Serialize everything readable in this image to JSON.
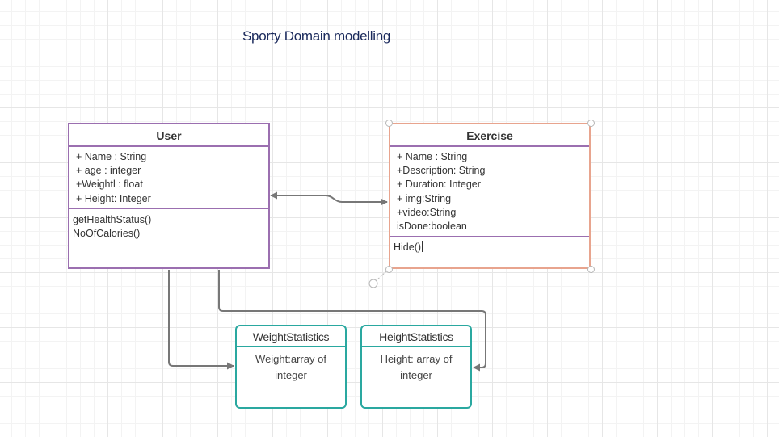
{
  "title": "Sporty Domain modelling",
  "classes": {
    "user": {
      "name": "User",
      "attributes": [
        "+ Name : String",
        "+ age : integer",
        "+Weightl : float",
        "+ Height: Integer"
      ],
      "operations": [
        "getHealthStatus()",
        "NoOfCalories()"
      ]
    },
    "exercise": {
      "name": "Exercise",
      "attributes": [
        "+ Name : String",
        "+Description: String",
        "+ Duration: Integer",
        "+ img:String",
        "+video:String",
        "isDone:boolean"
      ],
      "operations": [
        "Hide()"
      ]
    },
    "weight_statistics": {
      "name": "WeightStatistics",
      "body_lines": [
        "Weight:array of",
        "integer"
      ]
    },
    "height_statistics": {
      "name": "HeightStatistics",
      "body_lines": [
        "Height: array of",
        "integer"
      ]
    }
  },
  "colors": {
    "user_border": "#9b6fb0",
    "exercise_border": "#e8a48e",
    "stats_border": "#2aa8a0",
    "connector": "#777777",
    "title": "#1b2a5c"
  }
}
